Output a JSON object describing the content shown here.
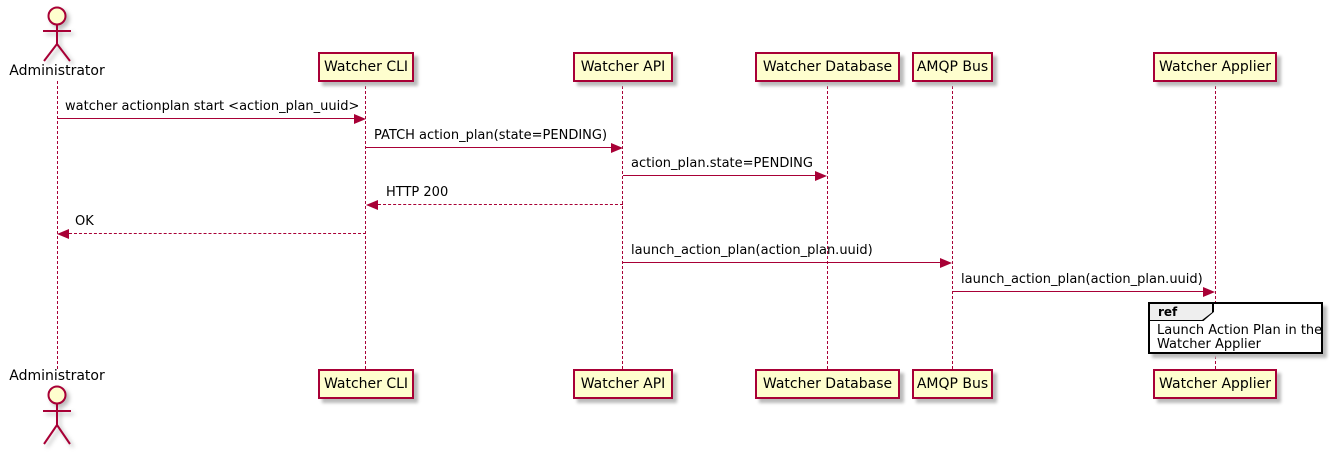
{
  "diagram": {
    "type": "sequence",
    "colors": {
      "participant_fill": "#FEFECE",
      "participant_border": "#A80036",
      "line_color": "#A80036",
      "text_color": "#000000",
      "ref_tab_fill": "#EEEEEE",
      "ref_border": "#000000"
    },
    "actor": {
      "label": "Administrator"
    },
    "participants": [
      {
        "label": "Watcher CLI"
      },
      {
        "label": "Watcher API"
      },
      {
        "label": "Watcher Database"
      },
      {
        "label": "AMQP Bus"
      },
      {
        "label": "Watcher Applier"
      }
    ],
    "messages": [
      {
        "text": "watcher actionplan start <action_plan_uuid>",
        "from": "Administrator",
        "to": "Watcher CLI",
        "style": "solid"
      },
      {
        "text": "PATCH action_plan(state=PENDING)",
        "from": "Watcher CLI",
        "to": "Watcher API",
        "style": "solid"
      },
      {
        "text": "action_plan.state=PENDING",
        "from": "Watcher API",
        "to": "Watcher Database",
        "style": "solid"
      },
      {
        "text": "HTTP 200",
        "from": "Watcher API",
        "to": "Watcher CLI",
        "style": "dashed"
      },
      {
        "text": "OK",
        "from": "Watcher CLI",
        "to": "Administrator",
        "style": "dashed"
      },
      {
        "text": "launch_action_plan(action_plan.uuid)",
        "from": "Watcher API",
        "to": "AMQP Bus",
        "style": "solid"
      },
      {
        "text": "launch_action_plan(action_plan.uuid)",
        "from": "AMQP Bus",
        "to": "Watcher Applier",
        "style": "solid"
      }
    ],
    "ref": {
      "keyword": "ref",
      "lines": [
        "Launch Action Plan in the",
        "Watcher Applier"
      ]
    }
  }
}
